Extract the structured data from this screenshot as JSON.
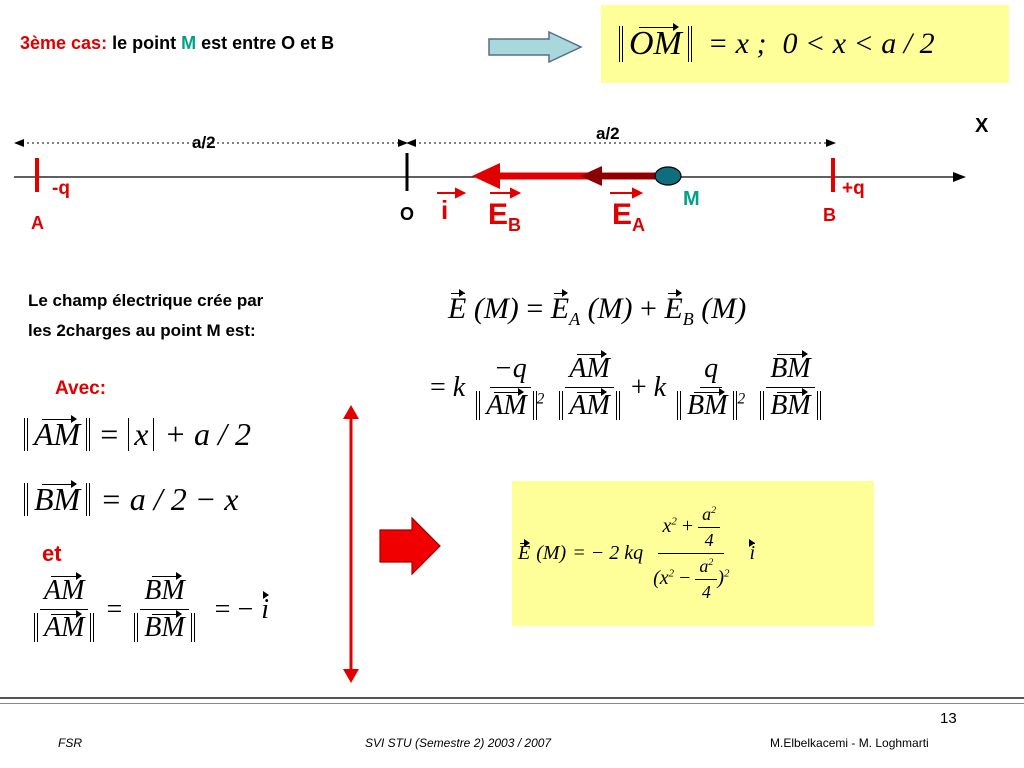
{
  "header": {
    "case_label": "3ème cas:",
    "text_before": " le point ",
    "point": "M",
    "text_after": " est entre O et B"
  },
  "formula_top": {
    "lhs": "OM",
    "eq": "= x ;",
    "cond": "0 < x < a / 2"
  },
  "axis": {
    "axis_label": "X",
    "half_left": "a/2",
    "half_right": "a/2",
    "charge_a": "-q",
    "point_a": "A",
    "origin": "O",
    "unit_vector": "i",
    "field_b": "E",
    "field_b_sub": "B",
    "field_a": "E",
    "field_a_sub": "A",
    "point_m": "M",
    "charge_b": "+q",
    "point_b": "B",
    "colors": {
      "red": "#e00000",
      "teal": "#00a08a",
      "dark_red": "#8b0000"
    }
  },
  "body": {
    "intro_line1": "Le champ électrique crée par",
    "intro_line2": "les 2charges au point M est:",
    "avec": "Avec:",
    "et": "et"
  },
  "eq_main": {
    "E": "E",
    "M": "(M)",
    "eq": "=",
    "EA": "E",
    "EA_sub": "A",
    "MA": "(M)",
    "plus": "+",
    "EB": "E",
    "EB_sub": "B",
    "MB": "(M)"
  },
  "eq_second": {
    "eq": "=",
    "k1": "k",
    "num1": "−q",
    "den1": "AM",
    "exp1": "2",
    "unit_num1": "AM",
    "unit_den1": "AM",
    "plus": "+",
    "k2": "k",
    "num2": "q",
    "den2": "BM",
    "exp2": "2",
    "unit_num2": "BM",
    "unit_den2": "BM"
  },
  "eq_avec": {
    "am": "AM",
    "am_rhs_eq": "=",
    "am_x": "x",
    "am_rest": "+  a / 2",
    "bm": "BM",
    "bm_rhs": "=  a / 2  − x"
  },
  "eq_et": {
    "n1": "AM",
    "d1": "AM",
    "eq1": "=",
    "n2": "BM",
    "d2": "BM",
    "rhs": "= −",
    "i": "i"
  },
  "result": {
    "E": "E",
    "M": "(M)",
    "eq": "= − 2 kq",
    "num_x": "x",
    "num_exp": "2",
    "num_plus": "+",
    "num_a": "a",
    "num_a_exp": "2",
    "num_4": "4",
    "den_open": "(x",
    "den_exp": "2",
    "den_minus": "−",
    "den_a": "a",
    "den_a_exp": "2",
    "den_4": "4",
    "den_close": ")",
    "den_close_exp": "2",
    "i": "i"
  },
  "footer": {
    "page": "13",
    "left": "FSR",
    "center": "SVI STU  (Semestre 2) 2003 / 2007",
    "right": "M.Elbelkacemi - M. Loghmarti"
  }
}
